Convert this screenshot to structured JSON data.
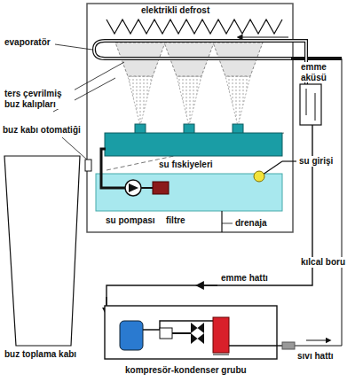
{
  "diagram": {
    "labels": [
      "elektrikli defrost",
      "evaporatör",
      "emme aküsü",
      "ters çevrilmiş buz kalıpları",
      "buz kabı otomatiği",
      "su fıskiyeleri",
      "su pompası",
      "filtre",
      "su girişi",
      "drenaja",
      "kılcal boru",
      "emme hattı",
      "buz toplama kabı",
      "sıvı hattı",
      "kompresör-kondenser grubu"
    ]
  }
}
